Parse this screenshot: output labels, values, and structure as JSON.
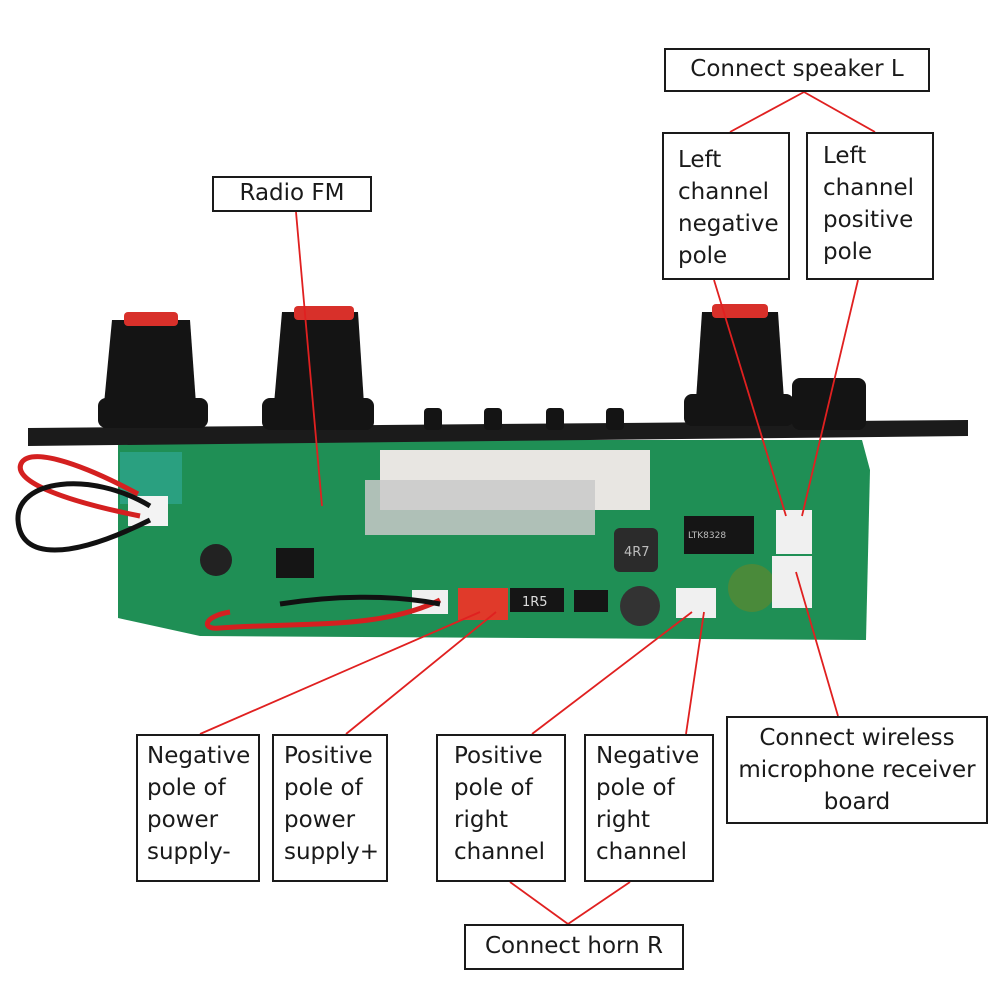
{
  "labels": {
    "connect_speaker_l": "Connect speaker L",
    "left_negative": "Left\nchannel\nnegative\npole",
    "left_positive": "Left\nchannel\npositive\npole",
    "radio_fm": "Radio FM",
    "negative_power": "Negative\npole of\npower\nsupply-",
    "positive_power": "Positive\npole of\npower\nsupply+",
    "positive_right": "Positive\npole of\nright\nchannel",
    "negative_right": "Negative\npole of\nright\nchannel",
    "wireless_mic": "Connect wireless\nmicrophone receiver\nboard",
    "connect_horn_r": "Connect horn R"
  },
  "board": {
    "panel_color": "#1b1b1b",
    "pcb_color": "#1f8f55",
    "knob_color": "#141414",
    "knob_cap_color": "#d8302a",
    "wire_red": "#d42020",
    "wire_black": "#111111",
    "connector_red": "#e03a2a",
    "silkscreen_ic_top": "LTK8328",
    "silkscreen_inductor": "4R7",
    "silkscreen_resistor": "1R5"
  },
  "colors": {
    "leader_line": "#e02020",
    "box_border": "#1a1a1a"
  }
}
